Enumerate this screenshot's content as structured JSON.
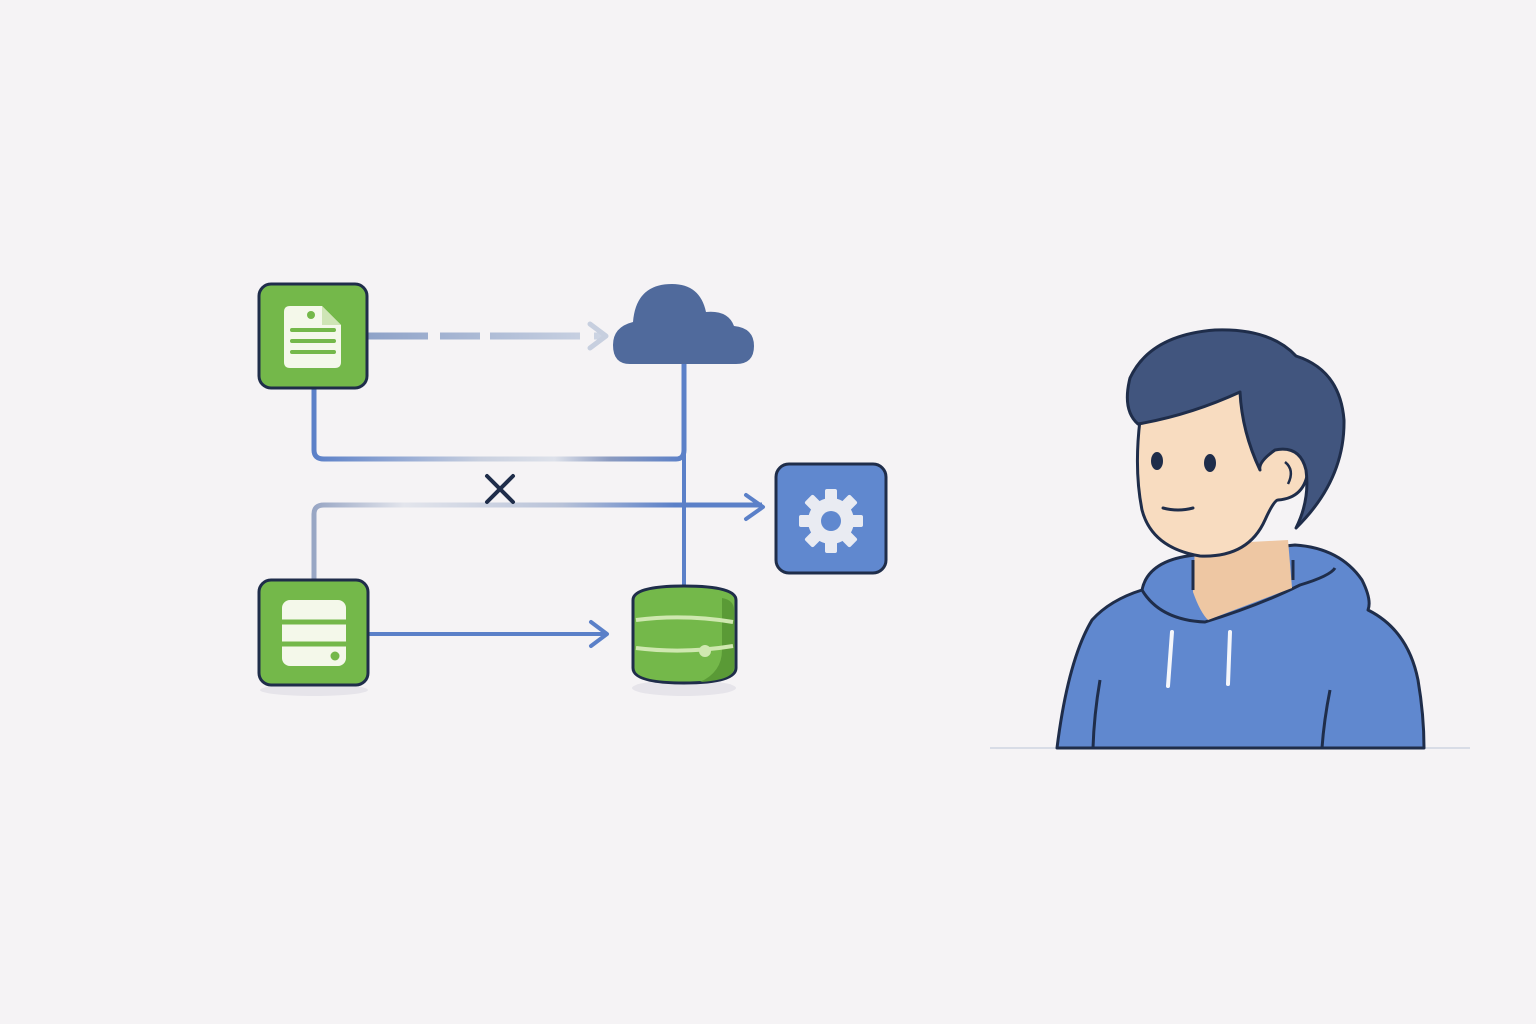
{
  "colors": {
    "background": "#f5f3f5",
    "node_green": "#74b84a",
    "node_green_dark": "#5a9a36",
    "node_blue": "#6088cf",
    "cloud": "#506a9c",
    "connector": "#5b80c8",
    "outline": "#1f2d4a",
    "icon_fill": "#f4f8ea",
    "hair": "#41557e",
    "skin": "#f8dcc0",
    "hoodie": "#6088cf"
  },
  "nodes": [
    {
      "id": "document",
      "icon": "document-icon"
    },
    {
      "id": "cloud",
      "icon": "cloud-icon"
    },
    {
      "id": "settings",
      "icon": "gear-icon"
    },
    {
      "id": "server",
      "icon": "server-icon"
    },
    {
      "id": "database",
      "icon": "database-icon"
    }
  ],
  "connectors": [
    {
      "from": "document",
      "to": "cloud",
      "style": "faded"
    },
    {
      "from": "document",
      "to": "cloud",
      "style": "partially-faded"
    },
    {
      "from": "server",
      "to": "settings",
      "style": "partially-faded",
      "marker": "x-icon"
    },
    {
      "from": "server",
      "to": "database",
      "style": "solid"
    },
    {
      "from": "cloud",
      "to": "database",
      "style": "solid"
    }
  ],
  "person": {
    "icon": "person-icon"
  }
}
